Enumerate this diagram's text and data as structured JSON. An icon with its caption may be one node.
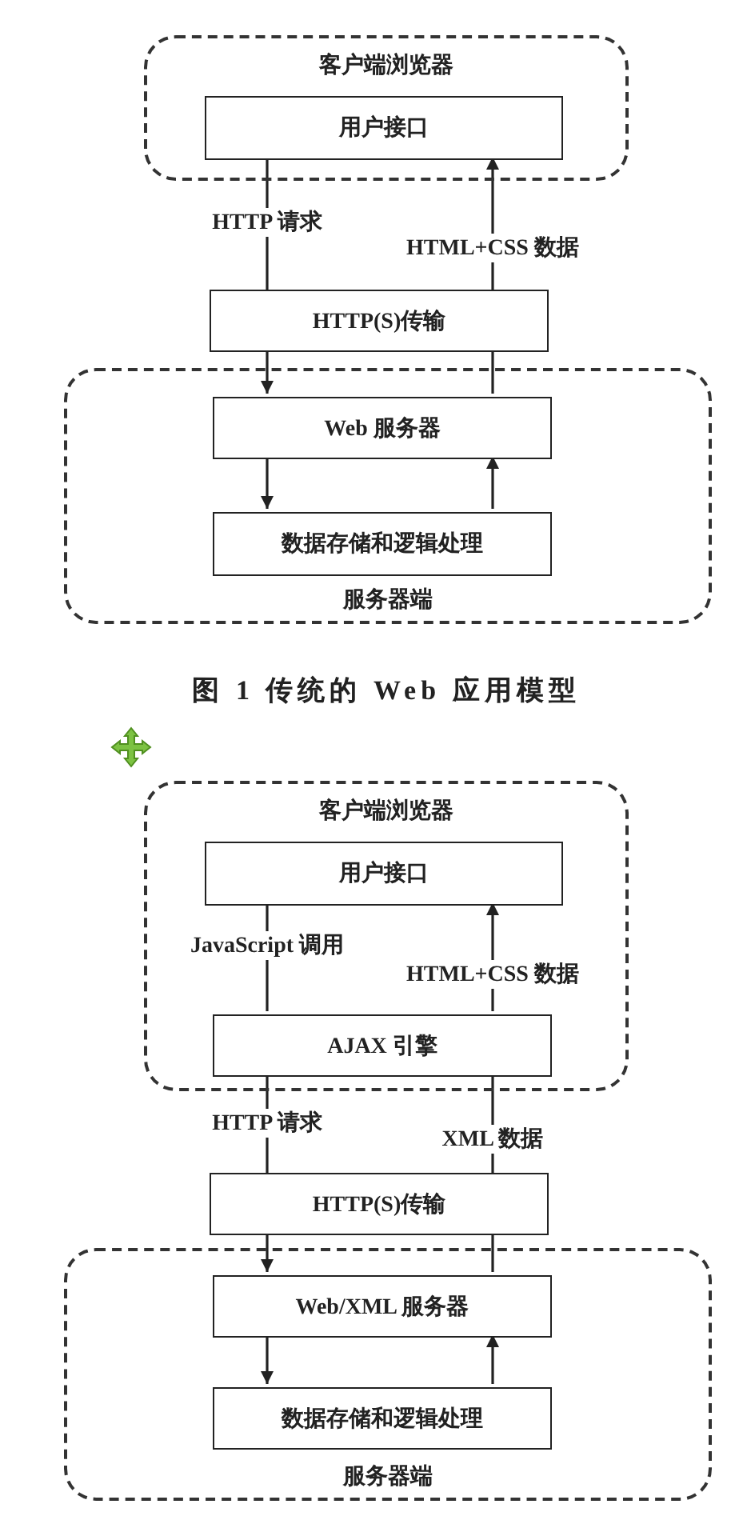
{
  "diagram": {
    "caption": "图 1 传统的 Web 应用模型",
    "nodes": [
      {
        "text": [
          "客户端浏览器"
        ]
      },
      {
        "text": [
          "用户接口"
        ],
        "in": 0
      },
      {
        "text": [
          "HTTP(S)传输"
        ]
      },
      {
        "text": [
          "服务器端"
        ]
      },
      {
        "text": [
          "Web 服务器"
        ],
        "in": 3
      },
      {
        "text": [
          "数据存储和逻辑处理"
        ],
        "in": 3
      },
      {
        "text": [
          "客户端浏览器"
        ]
      },
      {
        "text": [
          "用户接口"
        ],
        "in": 6
      },
      {
        "text": [
          "AJAX 引擎"
        ],
        "in": 6
      },
      {
        "text": [
          "HTTP(S)传输"
        ]
      },
      {
        "text": [
          "服务器端"
        ]
      },
      {
        "text": [
          "Web/XML 服务器"
        ],
        "in": 10
      },
      {
        "text": [
          "数据存储和逻辑处理"
        ],
        "in": 10
      }
    ],
    "edges": [
      {
        "from": 1,
        "to": 2,
        "arrow": "none",
        "label": "HTTP 请求"
      },
      {
        "from": 2,
        "to": 1,
        "arrow": "to",
        "label": "HTML+CSS 数据"
      },
      {
        "from": 2,
        "to": 4,
        "arrow": "to"
      },
      {
        "from": 4,
        "to": 2,
        "arrow": "none"
      },
      {
        "from": 4,
        "to": 5,
        "arrow": "to"
      },
      {
        "from": 5,
        "to": 4,
        "arrow": "to"
      },
      {
        "from": 7,
        "to": 8,
        "arrow": "none",
        "label": "JavaScript 调用"
      },
      {
        "from": 8,
        "to": 7,
        "arrow": "to",
        "label": "HTML+CSS 数据"
      },
      {
        "from": 8,
        "to": 9,
        "arrow": "none",
        "label": "HTTP 请求"
      },
      {
        "from": 9,
        "to": 8,
        "arrow": "none",
        "label": "XML 数据"
      },
      {
        "from": 9,
        "to": 11,
        "arrow": "to"
      },
      {
        "from": 11,
        "to": 9,
        "arrow": "none"
      },
      {
        "from": 11,
        "to": 12,
        "arrow": "to"
      },
      {
        "from": 12,
        "to": 11,
        "arrow": "to"
      }
    ]
  }
}
